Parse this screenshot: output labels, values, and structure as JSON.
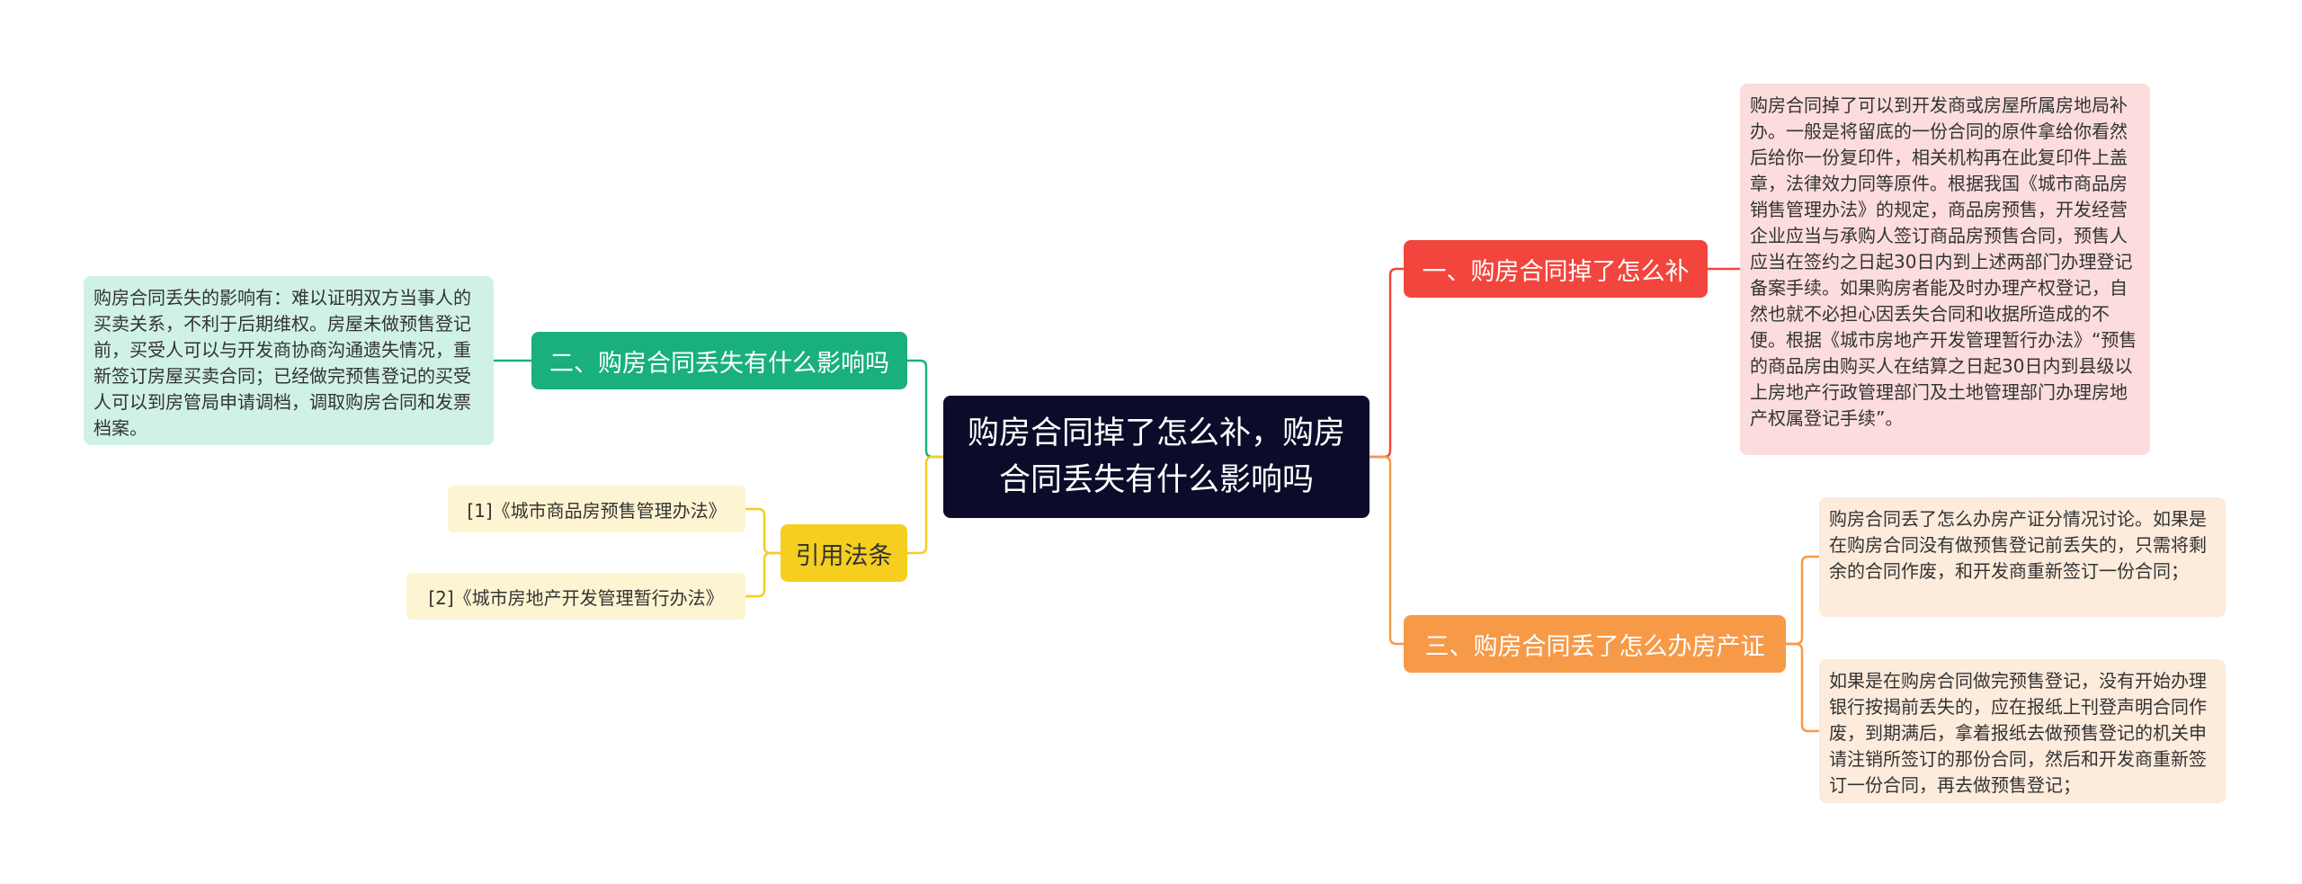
{
  "center": {
    "title": "购房合同掉了怎么补，购房合同丢失有什么影响吗"
  },
  "branches": {
    "b1": {
      "label": "一、购房合同掉了怎么补",
      "color": "#f2453d",
      "detail": "购房合同掉了可以到开发商或房屋所属房地局补办。一般是将留底的一份合同的原件拿给你看然后给你一份复印件，相关机构再在此复印件上盖章，法律效力同等原件。根据我国《城市商品房销售管理办法》的规定，商品房预售，开发经营企业应当与承购人签订商品房预售合同，预售人应当在签约之日起30日内到上述两部门办理登记备案手续。如果购房者能及时办理产权登记，自然也就不必担心因丢失合同和收据所造成的不便。根据《城市房地产开发管理暂行办法》“预售的商品房由购买人在结算之日起30日内到县级以上房地产行政管理部门及土地管理部门办理房地产权属登记手续”。"
    },
    "b2": {
      "label": "二、购房合同丢失有什么影响吗",
      "color": "#1ab07c",
      "detail": "购房合同丢失的影响有：难以证明双方当事人的买卖关系，不利于后期维权。房屋未做预售登记前，买受人可以与开发商协商沟通遗失情况，重新签订房屋买卖合同；已经做完预售登记的买受人可以到房管局申请调档，调取购房合同和发票档案。"
    },
    "b3": {
      "label": "三、购房合同丢了怎么办房产证",
      "color": "#f69a48",
      "details": [
        "购房合同丢了怎么办房产证分情况讨论。如果是在购房合同没有做预售登记前丢失的，只需将剩余的合同作废，和开发商重新签订一份合同；",
        "如果是在购房合同做完预售登记，没有开始办理银行按揭前丢失的，应在报纸上刊登声明合同作废，到期满后，拿着报纸去做预售登记的机关申请注销所签订的那份合同，然后和开发商重新签订一份合同，再去做预售登记；"
      ]
    },
    "b4": {
      "label": "引用法条",
      "color": "#f5ce1f",
      "refs": [
        "[1]《城市商品房预售管理办法》",
        "[2]《城市房地产开发管理暂行办法》"
      ]
    }
  }
}
